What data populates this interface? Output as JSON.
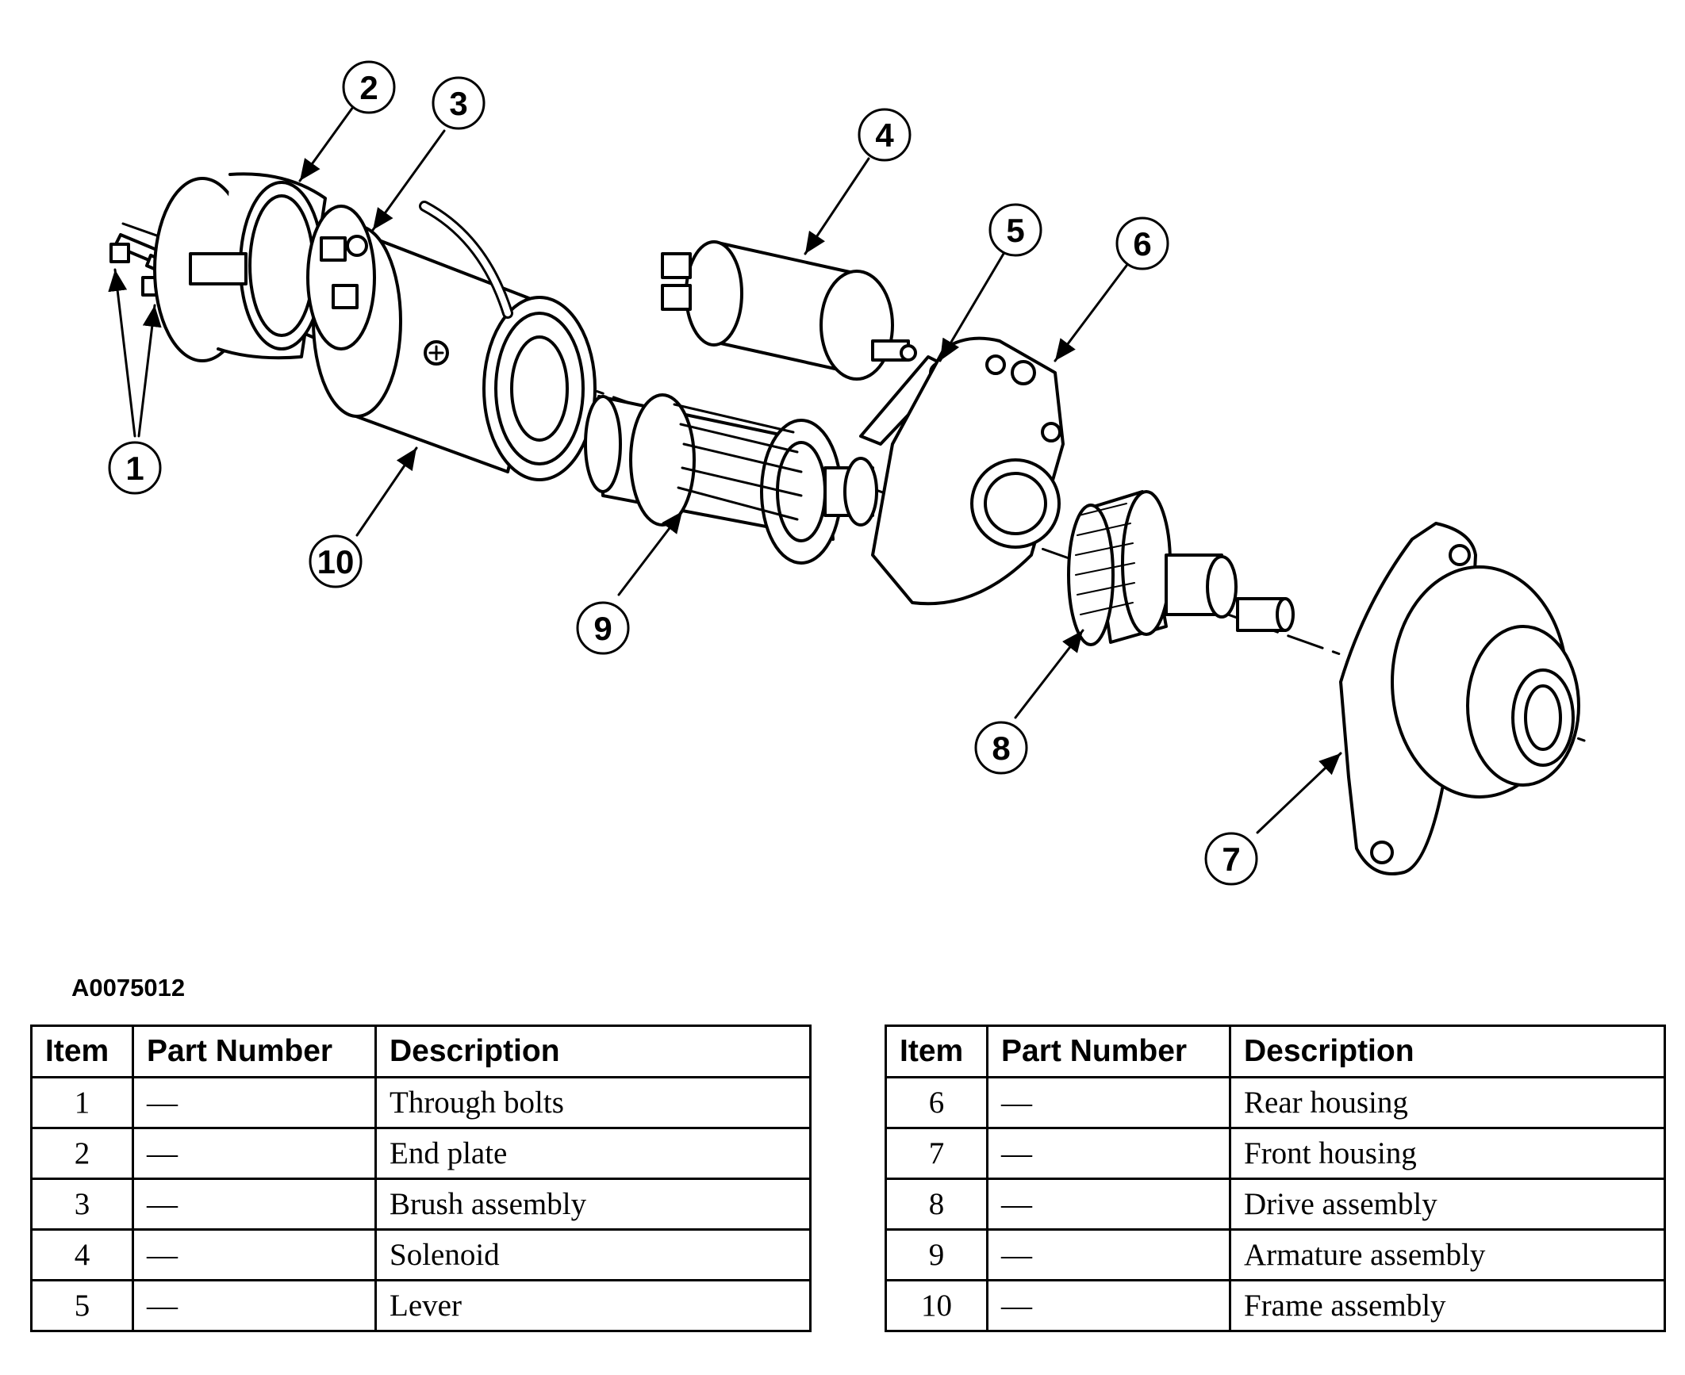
{
  "figure_id": "A0075012",
  "callouts": [
    "1",
    "2",
    "3",
    "4",
    "5",
    "6",
    "7",
    "8",
    "9",
    "10"
  ],
  "table": {
    "headers": {
      "item": "Item",
      "part_number": "Part Number",
      "description": "Description"
    },
    "left_rows": [
      {
        "item": "1",
        "part_number": "—",
        "description": "Through bolts"
      },
      {
        "item": "2",
        "part_number": "—",
        "description": "End plate"
      },
      {
        "item": "3",
        "part_number": "—",
        "description": "Brush assembly"
      },
      {
        "item": "4",
        "part_number": "—",
        "description": "Solenoid"
      },
      {
        "item": "5",
        "part_number": "—",
        "description": "Lever"
      }
    ],
    "right_rows": [
      {
        "item": "6",
        "part_number": "—",
        "description": "Rear housing"
      },
      {
        "item": "7",
        "part_number": "—",
        "description": "Front housing"
      },
      {
        "item": "8",
        "part_number": "—",
        "description": "Drive assembly"
      },
      {
        "item": "9",
        "part_number": "—",
        "description": "Armature assembly"
      },
      {
        "item": "10",
        "part_number": "—",
        "description": "Frame assembly"
      }
    ]
  }
}
